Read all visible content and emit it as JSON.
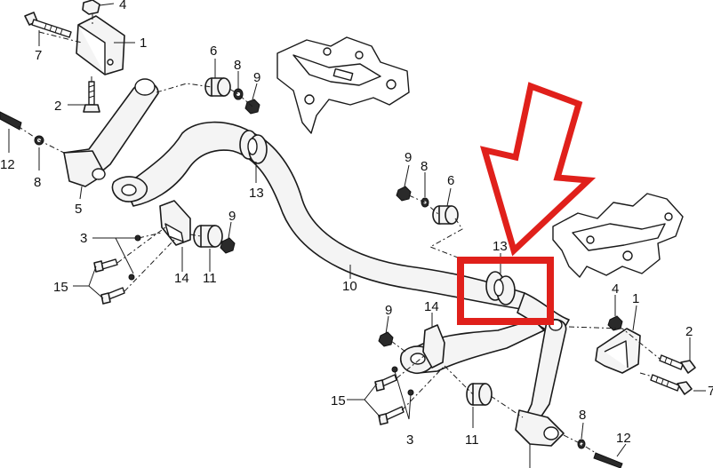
{
  "callouts": {
    "c1_top": "1",
    "c4_top": "4",
    "c7_top": "7",
    "c2_left": "2",
    "c6_top": "6",
    "c8_top": "8",
    "c9_top": "9",
    "c12_left": "12",
    "c8_left": "8",
    "c5": "5",
    "c13_top": "13",
    "c9_mid": "9",
    "c8_mid": "8",
    "c6_mid": "6",
    "c3_left": "3",
    "c9_left": "9",
    "c15_left": "15",
    "c14_left": "14",
    "c11_left": "11",
    "c10": "10",
    "c13_right": "13",
    "c4_right": "4",
    "c1_right": "1",
    "c2_right": "2",
    "c7_right": "7",
    "c9_bottom": "9",
    "c14_bottom": "14",
    "c15_bottom": "15",
    "c3_bottom": "3",
    "c11_bottom": "11",
    "c8_bottom": "8",
    "c12_bottom": "12"
  },
  "highlight": {
    "color": "#e0201b",
    "target_part": "13"
  },
  "arrow": {
    "color": "#e0201b",
    "direction": "down-left"
  },
  "line_color": "#1a1a1a"
}
